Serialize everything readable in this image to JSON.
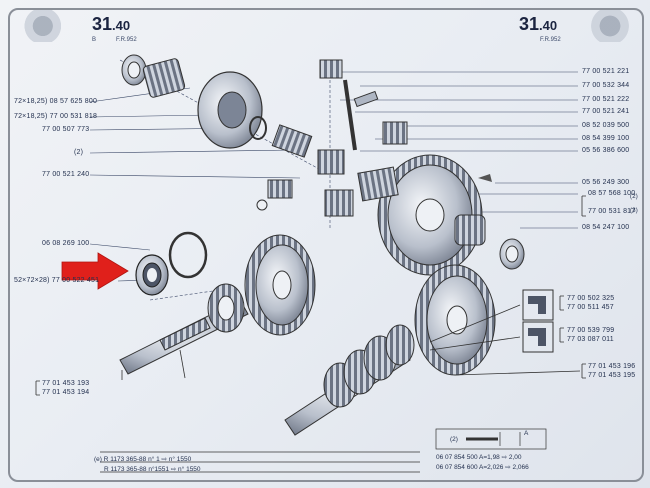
{
  "header": {
    "left_number": "31",
    "left_decimal": ".40",
    "left_sub_a": "B",
    "left_sub_b": "F.R.952",
    "right_number": "31",
    "right_decimal": ".40",
    "right_sub": "F.R.952"
  },
  "left_labels": [
    {
      "text": "72×18,25) 08 57 625 800"
    },
    {
      "text": "72×18,25)  77 00 531 818"
    },
    {
      "text": "77 00 507 773"
    },
    {
      "text": "(2)"
    },
    {
      "text": "77 00 521 240"
    },
    {
      "text": "06 08 269 100"
    },
    {
      "text": "52×72×28) 77 00 522 451"
    }
  ],
  "right_labels": [
    {
      "text": "77 00 521 221"
    },
    {
      "text": "77 00 532 344"
    },
    {
      "text": "77 00 521 222"
    },
    {
      "text": "77 00 521 241"
    },
    {
      "text": "08 52 039 500"
    },
    {
      "text": "08 54 399 100"
    },
    {
      "text": "05 56 386 600"
    },
    {
      "text": "05 56 249 300"
    },
    {
      "text": "08 57 568 100"
    },
    {
      "text": "77 00 531 817"
    },
    {
      "text": "08 54 247 100"
    }
  ],
  "right_bracket_labels": [
    "(2)",
    "(3)"
  ],
  "seal_groups": [
    {
      "lines": [
        "77 00 502 325",
        "77 00 511 457"
      ]
    },
    {
      "lines": [
        "77 00 539 799",
        "77 03 087 011"
      ]
    }
  ],
  "output_shaft_labels": [
    "77 01 453 196",
    "77 01 453 195"
  ],
  "input_shaft_labels": [
    "77 01 453 193",
    "77 01 453 194"
  ],
  "bottom_notes": [
    "(e)  R 1173      365-88 n°      1 ⇨      n° 1550",
    "R 1173      365-88 n°1551 ⇨      n° 1550"
  ],
  "spacer_table": {
    "ref": "(2)",
    "dim": "A",
    "rows": [
      "06 07 854 500   A=1,98   ⇨ 2,00",
      "06 07 854 600   A=2,026 ⇨ 2,066"
    ]
  },
  "colors": {
    "arrow": "#e0201b",
    "ink": "#1f2b45",
    "paper": "#eef1f5"
  }
}
